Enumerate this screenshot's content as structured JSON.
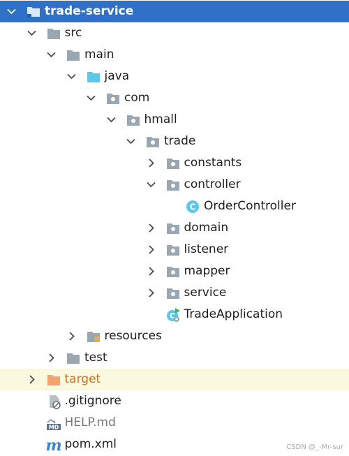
{
  "tree": {
    "items": [
      {
        "label": "trade-service",
        "depth": 0,
        "expanded": true,
        "icon": "module-folder-icon",
        "state": "selected",
        "has_arrow": true
      },
      {
        "label": "src",
        "depth": 1,
        "expanded": true,
        "icon": "folder-icon",
        "has_arrow": true
      },
      {
        "label": "main",
        "depth": 2,
        "expanded": true,
        "icon": "folder-icon",
        "has_arrow": true
      },
      {
        "label": "java",
        "depth": 3,
        "expanded": true,
        "icon": "source-root-folder-icon",
        "has_arrow": true
      },
      {
        "label": "com",
        "depth": 4,
        "expanded": true,
        "icon": "package-icon",
        "has_arrow": true
      },
      {
        "label": "hmall",
        "depth": 5,
        "expanded": true,
        "icon": "package-icon",
        "has_arrow": true
      },
      {
        "label": "trade",
        "depth": 6,
        "expanded": true,
        "icon": "package-icon",
        "has_arrow": true
      },
      {
        "label": "constants",
        "depth": 7,
        "expanded": false,
        "icon": "package-icon",
        "has_arrow": true
      },
      {
        "label": "controller",
        "depth": 7,
        "expanded": true,
        "icon": "package-icon",
        "has_arrow": true
      },
      {
        "label": "OrderController",
        "depth": 8,
        "icon": "java-class-icon",
        "has_arrow": false
      },
      {
        "label": "domain",
        "depth": 7,
        "expanded": false,
        "icon": "package-icon",
        "has_arrow": true
      },
      {
        "label": "listener",
        "depth": 7,
        "expanded": false,
        "icon": "package-icon",
        "has_arrow": true
      },
      {
        "label": "mapper",
        "depth": 7,
        "expanded": false,
        "icon": "package-icon",
        "has_arrow": true
      },
      {
        "label": "service",
        "depth": 7,
        "expanded": false,
        "icon": "package-icon",
        "has_arrow": true
      },
      {
        "label": "TradeApplication",
        "depth": 7,
        "icon": "spring-application-class-icon",
        "has_arrow": false
      },
      {
        "label": "resources",
        "depth": 3,
        "expanded": false,
        "icon": "resources-folder-icon",
        "has_arrow": true
      },
      {
        "label": "test",
        "depth": 2,
        "expanded": false,
        "icon": "folder-icon",
        "has_arrow": true
      },
      {
        "label": "target",
        "depth": 1,
        "expanded": false,
        "icon": "excluded-folder-icon",
        "state": "highlighted",
        "color": "orange",
        "has_arrow": true
      },
      {
        "label": ".gitignore",
        "depth": 1,
        "icon": "gitignore-file-icon",
        "has_arrow": false
      },
      {
        "label": "HELP.md",
        "depth": 1,
        "icon": "markdown-file-icon",
        "color": "dim",
        "has_arrow": false
      },
      {
        "label": "pom.xml",
        "depth": 1,
        "icon": "maven-pom-icon",
        "has_arrow": false
      }
    ]
  },
  "watermark": "CSDN @_-Mr-sur",
  "colors": {
    "selection": "#2f71c6",
    "highlight": "#fbf8e0",
    "folder": "#9aa7b0",
    "source_folder": "#40b6e0",
    "excluded": "#f4a36c",
    "orange_text": "#d26f1b"
  }
}
